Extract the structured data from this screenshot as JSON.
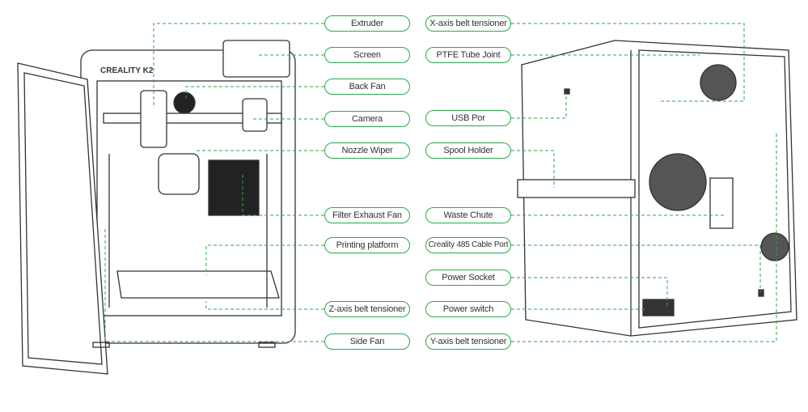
{
  "accent_color": "#2aa84a",
  "printer_logo": "CREALITY K2",
  "left_labels": [
    {
      "id": "extruder",
      "label": "Extruder"
    },
    {
      "id": "screen",
      "label": "Screen"
    },
    {
      "id": "back-fan",
      "label": "Back Fan"
    },
    {
      "id": "camera",
      "label": "Camera"
    },
    {
      "id": "nozzle-wiper",
      "label": "Nozzle Wiper"
    },
    {
      "id": "filter-exhaust-fan",
      "label": "Filter Exhaust Fan"
    },
    {
      "id": "printing-platform",
      "label": "Printing platform"
    },
    {
      "id": "z-axis-belt-tensioner",
      "label": "Z-axis belt tensioner"
    },
    {
      "id": "side-fan",
      "label": "Side Fan"
    }
  ],
  "right_labels": [
    {
      "id": "x-axis-belt-tensioner",
      "label": "X-axis belt tensioner"
    },
    {
      "id": "ptfe-tube-joint",
      "label": "PTFE Tube Joint"
    },
    {
      "id": "usb-port",
      "label": "USB Por"
    },
    {
      "id": "spool-holder",
      "label": "Spool Holder"
    },
    {
      "id": "waste-chute",
      "label": "Waste Chute"
    },
    {
      "id": "creality-485-cable-port",
      "label": "Creality 485 Cable Port"
    },
    {
      "id": "power-socket",
      "label": "Power Socket"
    },
    {
      "id": "power-switch",
      "label": "Power switch"
    },
    {
      "id": "y-axis-belt-tensioner",
      "label": "Y-axis belt tensioner"
    }
  ]
}
